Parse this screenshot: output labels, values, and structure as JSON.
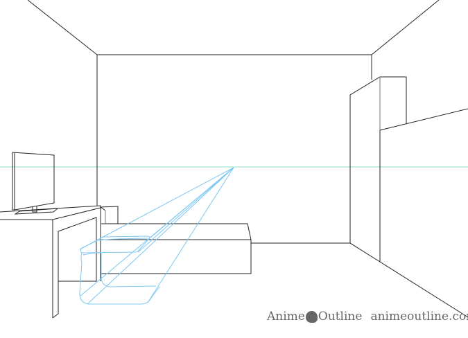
{
  "watermark": {
    "brand_left": "Anime",
    "brand_right": "Outline",
    "website": "animeoutline.com",
    "logo_icon": "head-silhouette-icon"
  },
  "colors": {
    "lines": "#222222",
    "construction": "#7cc8f2",
    "horizon": "#a6e3cf"
  }
}
